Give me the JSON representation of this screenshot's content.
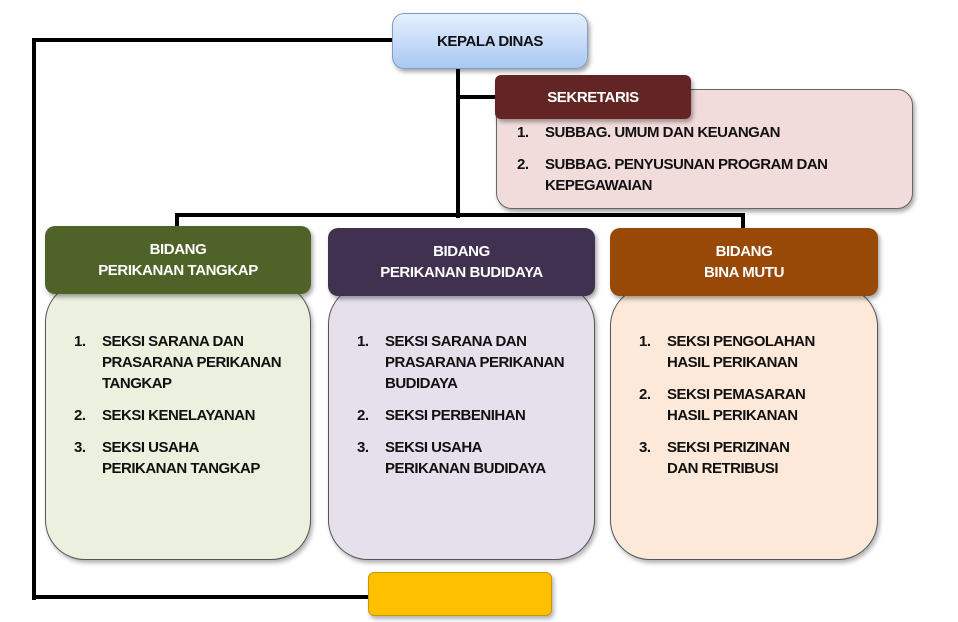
{
  "head": {
    "title": "KEPALA DINAS"
  },
  "secretary": {
    "title": "SEKRETARIS",
    "items": [
      {
        "num": "1.",
        "label": "SUBBAG. UMUM DAN KEUANGAN"
      },
      {
        "num": "2.",
        "label": "SUBBAG. PENYUSUNAN PROGRAM DAN KEPEGAWAIAN"
      }
    ]
  },
  "divisions": [
    {
      "title1": "BIDANG",
      "title2": "PERIKANAN TANGKAP",
      "color": "#4f6228",
      "bg": "#ebf1de",
      "items": [
        {
          "num": "1.",
          "label": "SEKSI SARANA DAN PRASARANA PERIKANAN TANGKAP"
        },
        {
          "num": "2.",
          "label": "SEKSI KENELAYANAN"
        },
        {
          "num": "3.",
          "label": "SEKSI USAHA PERIKANAN TANGKAP"
        }
      ]
    },
    {
      "title1": "BIDANG",
      "title2": "PERIKANAN BUDIDAYA",
      "color": "#403151",
      "bg": "#e5e0ec",
      "items": [
        {
          "num": "1.",
          "label": "SEKSI SARANA DAN PRASARANA PERIKANAN BUDIDAYA"
        },
        {
          "num": "2.",
          "label": "SEKSI PERBENIHAN"
        },
        {
          "num": "3.",
          "label": "SEKSI USAHA PERIKANAN BUDIDAYA"
        }
      ]
    },
    {
      "title1": "BIDANG",
      "title2": "BINA MUTU",
      "color": "#984807",
      "bg": "#fde9d9",
      "items": [
        {
          "num": "1.",
          "label": "SEKSI PENGOLAHAN HASIL PERIKANAN"
        },
        {
          "num": "2.",
          "label": "SEKSI PEMASARAN HASIL PERIKANAN"
        },
        {
          "num": "3.",
          "label": "SEKSI PERIZINAN DAN RETRIBUSI"
        }
      ]
    }
  ]
}
